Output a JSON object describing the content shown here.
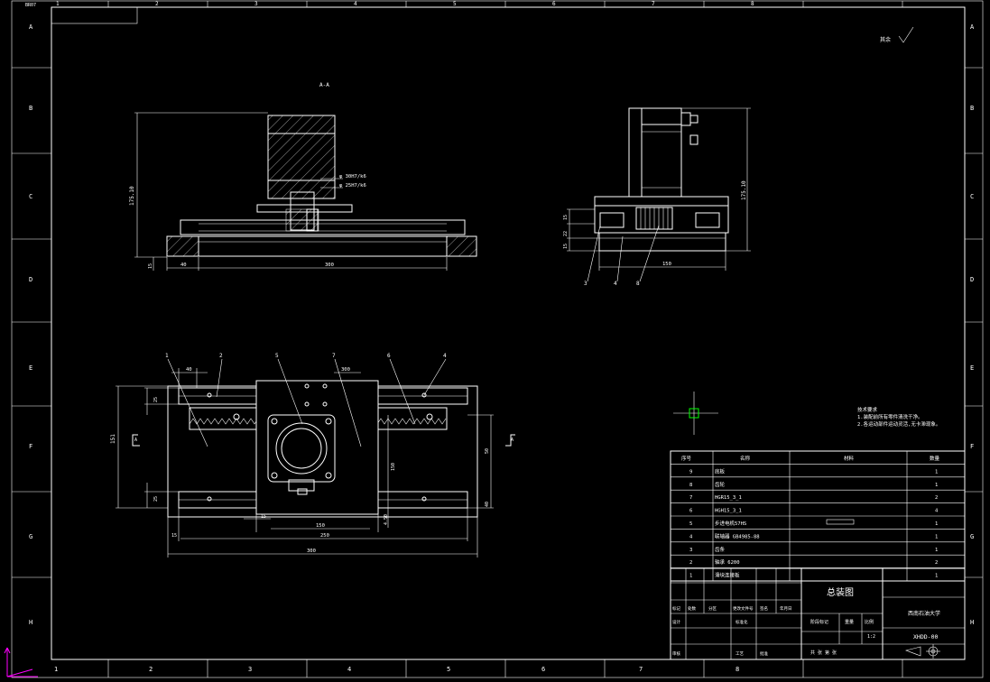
{
  "sheet": {
    "corner_tag": "BR07",
    "roughness_symbol": "其余",
    "colors": {
      "background": "#000000",
      "lines": "#ffffff",
      "cursor": "#00ff00",
      "ucs": "#ff00ff"
    },
    "border_numbers_top": [
      "1",
      "2",
      "3",
      "4",
      "5",
      "6",
      "7",
      "8"
    ],
    "border_numbers_bottom": [
      "1",
      "2",
      "3",
      "4",
      "5",
      "6",
      "7",
      "8"
    ],
    "border_letters_left": [
      "A",
      "B",
      "C",
      "D",
      "E",
      "F",
      "G",
      "H"
    ],
    "border_letters_right": [
      "A",
      "B",
      "C",
      "D",
      "E",
      "F",
      "G",
      "H"
    ]
  },
  "front_view": {
    "section_label": "A-A",
    "fit_upper": "φ 30H7/k6",
    "fit_lower": "φ 25H7/k6",
    "dim_height": "175.10",
    "dim_base": "15",
    "dim_offset": "40",
    "dim_length": "300"
  },
  "side_view": {
    "dim_total_height": "175.10",
    "dim_a": "15",
    "dim_b": "22",
    "dim_c": "15",
    "dim_width": "150",
    "callouts": [
      "3",
      "4",
      "8"
    ]
  },
  "top_view": {
    "callouts": [
      "1",
      "2",
      "5",
      "7",
      "6",
      "4"
    ],
    "dim_top_left": "40",
    "dim_top_mid": "300",
    "dim_side_overall": "151",
    "dim_left_a": "25",
    "dim_left_b": "25",
    "dim_right_a": "50",
    "dim_right_b": "40",
    "dim_center": "150",
    "dim_inner": "4.50",
    "dim_small": "15",
    "dim_bottom_a": "150",
    "dim_bottom_b": "250",
    "dim_bottom_c": "15",
    "dim_bottom_overall": "300",
    "section_mark_left": "A",
    "section_mark_right": "A"
  },
  "tech_notes": [
    "技术要求",
    "1.装配前所有零件清洗干净。",
    "2.各运动部件运动灵活,无卡滞现象。"
  ],
  "bom": {
    "headers": [
      "序号",
      "名称",
      "材料",
      "数量"
    ],
    "rows": [
      {
        "no": "9",
        "name": "底板",
        "material": "",
        "qty": "1"
      },
      {
        "no": "8",
        "name": "齿轮",
        "material": "",
        "qty": "1"
      },
      {
        "no": "7",
        "name": "HGR15_3_1",
        "material": "",
        "qty": "2"
      },
      {
        "no": "6",
        "name": "HGH15_3_1",
        "material": "",
        "qty": "4"
      },
      {
        "no": "5",
        "name": "步进电机57HS",
        "material": "",
        "qty": "1"
      },
      {
        "no": "4",
        "name": "联轴器 GB4985-88",
        "material": "",
        "qty": "1"
      },
      {
        "no": "3",
        "name": "齿条",
        "material": "",
        "qty": "1"
      },
      {
        "no": "2",
        "name": "轴承 6200",
        "material": "",
        "qty": "2"
      },
      {
        "no": "1",
        "name": "滑块连接板",
        "material": "",
        "qty": "1"
      }
    ]
  },
  "title_block": {
    "drawing_title": "总装图",
    "company": "西南石油大学",
    "drawing_no": "XHDD-00",
    "scale_label": "比例",
    "scale": "1:2",
    "weight_label": "重量",
    "stage_label": "阶段标记",
    "sheet_label": "共 张 第 张",
    "labels_row1": [
      "标记",
      "处数",
      "分区",
      "更改文件号",
      "签名",
      "年月日"
    ],
    "labels_row2": [
      "设计",
      "",
      "标准化"
    ],
    "labels_row3": [
      "审核",
      "",
      "工艺",
      "批准"
    ]
  }
}
